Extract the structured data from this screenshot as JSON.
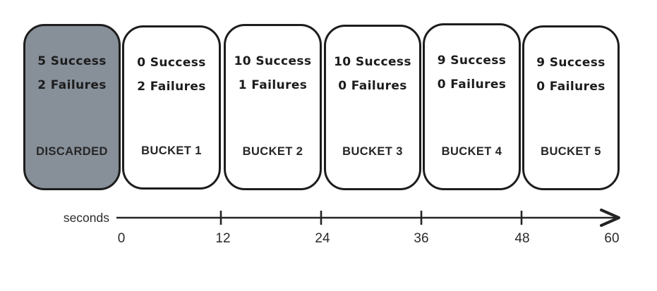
{
  "diagram": {
    "title": "sliding-window-buckets",
    "buckets": [
      {
        "success": "5 Success",
        "failures": "2 Failures",
        "label": "DISCARDED",
        "state": "discarded"
      },
      {
        "success": "0 Success",
        "failures": "2 Failures",
        "label": "BUCKET 1",
        "state": "active"
      },
      {
        "success": "10 Success",
        "failures": "1 Failures",
        "label": "BUCKET 2",
        "state": "active"
      },
      {
        "success": "10 Success",
        "failures": "0 Failures",
        "label": "BUCKET 3",
        "state": "active"
      },
      {
        "success": "9 Success",
        "failures": "0 Failures",
        "label": "BUCKET 4",
        "state": "active"
      },
      {
        "success": "9 Success",
        "failures": "0 Failures",
        "label": "BUCKET 5",
        "state": "active"
      }
    ],
    "axis": {
      "label": "seconds",
      "tick_labels": [
        "0",
        "12",
        "24",
        "36",
        "48",
        "60"
      ],
      "range": [
        0,
        60
      ],
      "tick_interval": 12
    },
    "colors": {
      "discarded_fill": "#878f99",
      "bucket_fill": "#ffffff",
      "stroke": "#1d1d1d"
    }
  }
}
